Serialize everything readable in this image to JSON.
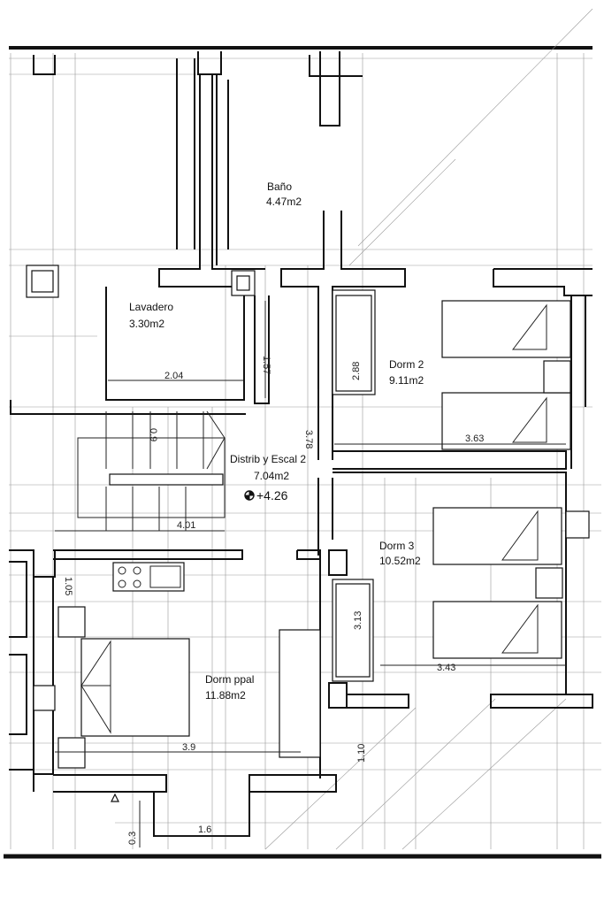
{
  "rooms": {
    "bano": {
      "name": "Baño",
      "area": "4.47m2"
    },
    "lavadero": {
      "name": "Lavadero",
      "area": "3.30m2"
    },
    "dorm2": {
      "name": "Dorm 2",
      "area": "9.11m2"
    },
    "distrib": {
      "name": "Distrib y Escal 2",
      "area": "7.04m2"
    },
    "dorm3": {
      "name": "Dorm 3",
      "area": "10.52m2"
    },
    "dormppal": {
      "name": "Dorm ppal",
      "area": "11.88m2"
    }
  },
  "level": "+4.26",
  "dimensions": {
    "d204": "2.04",
    "d157": "1.57",
    "d288": "2.88",
    "d378": "3.78",
    "d363": "3.63",
    "d09": "0.9",
    "d401": "4.01",
    "d105": "1.05",
    "d313": "3.13",
    "d343": "3.43",
    "d39": "3.9",
    "d110": "1.10",
    "d16": "1.6",
    "d03": "0.3"
  }
}
